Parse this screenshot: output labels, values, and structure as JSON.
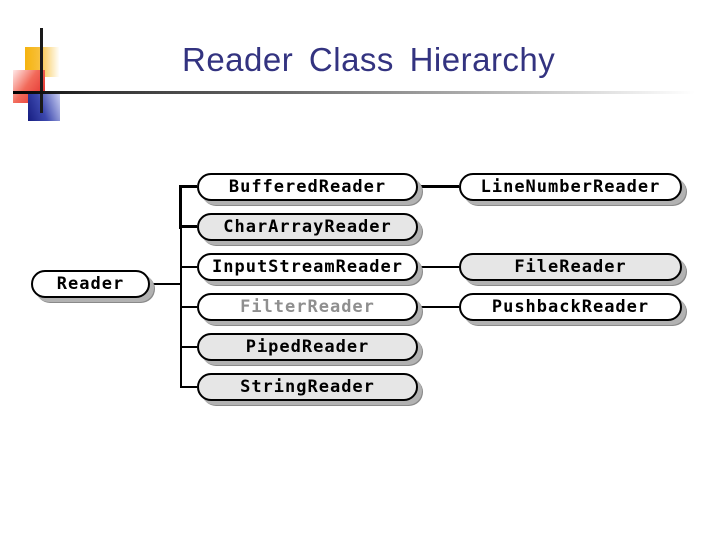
{
  "slide": {
    "title": "Reader Class Hierarchy"
  },
  "colors": {
    "title_color": "#333380",
    "box_white": "#ffffff",
    "box_gray": "#e6e6e6",
    "abstract_text": "#8f8f8f",
    "line_color": "#000000"
  },
  "diagram": {
    "nodes": [
      {
        "id": "reader",
        "label": "Reader",
        "fill": "white",
        "text_color": "black"
      },
      {
        "id": "buffered-reader",
        "label": "BufferedReader",
        "fill": "white",
        "text_color": "black"
      },
      {
        "id": "char-array-reader",
        "label": "CharArrayReader",
        "fill": "gray",
        "text_color": "black"
      },
      {
        "id": "input-stream-reader",
        "label": "InputStreamReader",
        "fill": "white",
        "text_color": "black"
      },
      {
        "id": "filter-reader",
        "label": "FilterReader",
        "fill": "white",
        "text_color": "gray"
      },
      {
        "id": "piped-reader",
        "label": "PipedReader",
        "fill": "gray",
        "text_color": "black"
      },
      {
        "id": "string-reader",
        "label": "StringReader",
        "fill": "gray",
        "text_color": "black"
      },
      {
        "id": "line-number-reader",
        "label": "LineNumberReader",
        "fill": "white",
        "text_color": "black"
      },
      {
        "id": "file-reader",
        "label": "FileReader",
        "fill": "gray",
        "text_color": "black"
      },
      {
        "id": "pushback-reader",
        "label": "PushbackReader",
        "fill": "white",
        "text_color": "black"
      }
    ],
    "edges": [
      {
        "from": "reader",
        "to": "buffered-reader"
      },
      {
        "from": "reader",
        "to": "char-array-reader"
      },
      {
        "from": "reader",
        "to": "input-stream-reader"
      },
      {
        "from": "reader",
        "to": "filter-reader"
      },
      {
        "from": "reader",
        "to": "piped-reader"
      },
      {
        "from": "reader",
        "to": "string-reader"
      },
      {
        "from": "buffered-reader",
        "to": "line-number-reader"
      },
      {
        "from": "input-stream-reader",
        "to": "file-reader"
      },
      {
        "from": "filter-reader",
        "to": "pushback-reader"
      }
    ]
  }
}
